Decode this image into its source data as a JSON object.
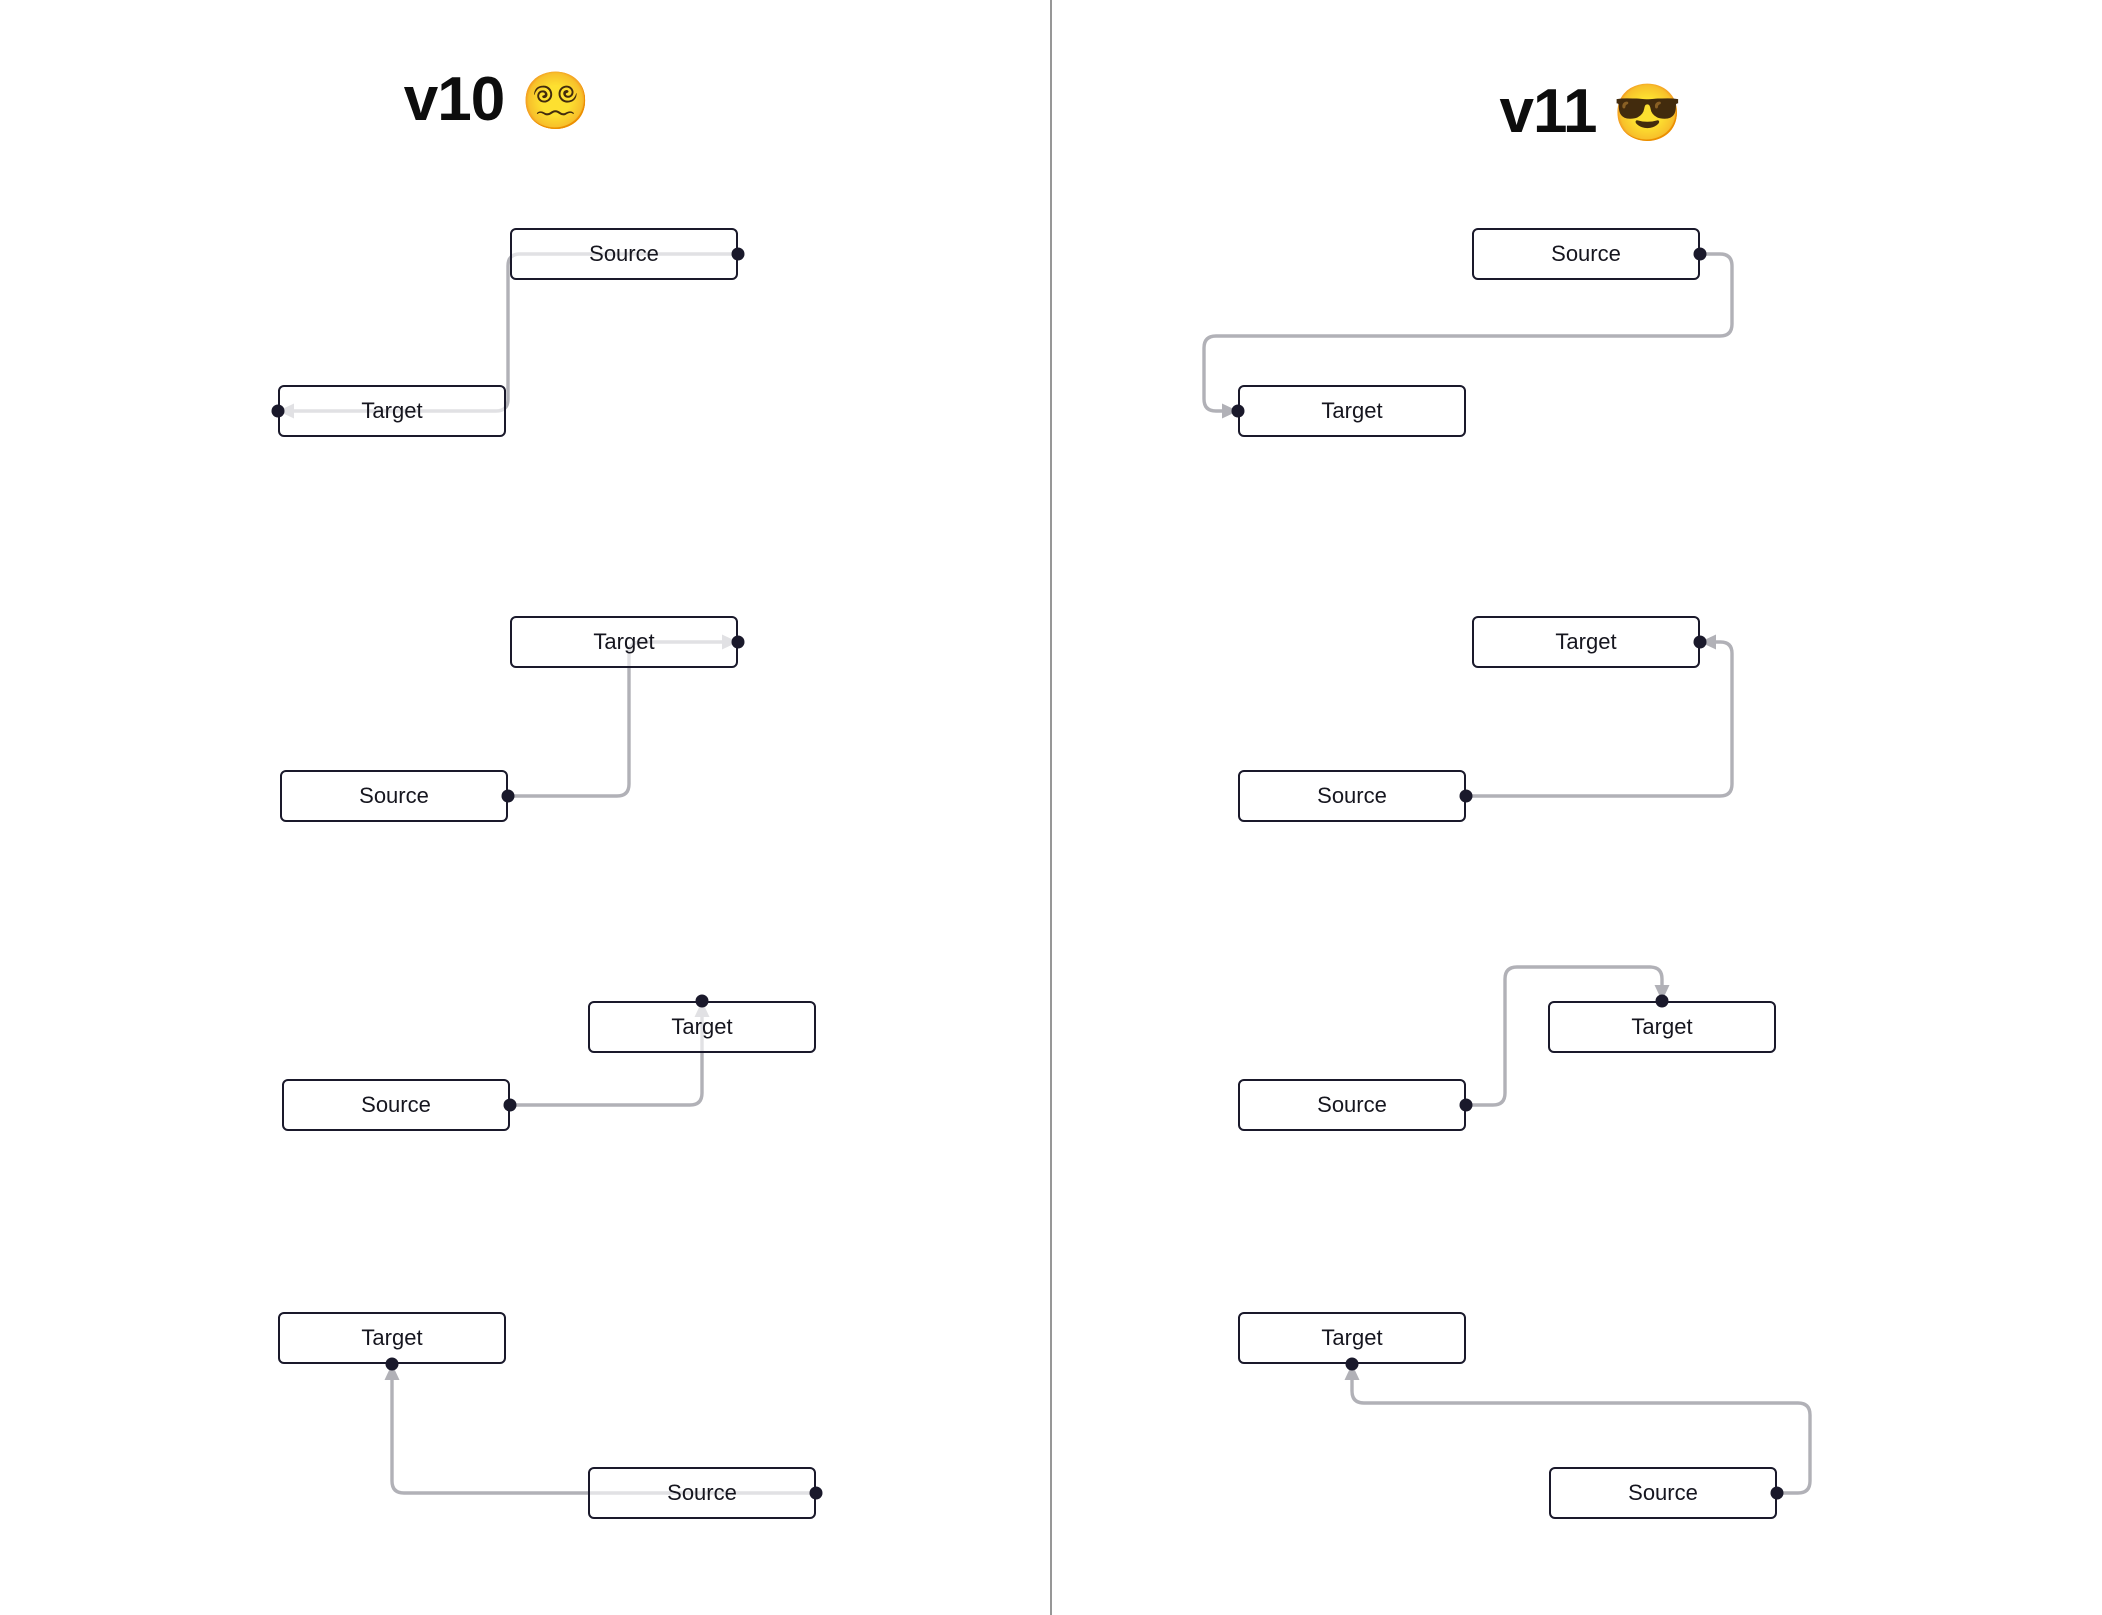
{
  "columns": [
    {
      "title": "v10",
      "emoji": "😵‍💫",
      "examples": [
        {
          "nodes": [
            {
              "role": "source",
              "label": "Source"
            },
            {
              "role": "target",
              "label": "Target"
            }
          ]
        },
        {
          "nodes": [
            {
              "role": "target",
              "label": "Target"
            },
            {
              "role": "source",
              "label": "Source"
            }
          ]
        },
        {
          "nodes": [
            {
              "role": "target",
              "label": "Target"
            },
            {
              "role": "source",
              "label": "Source"
            }
          ]
        },
        {
          "nodes": [
            {
              "role": "target",
              "label": "Target"
            },
            {
              "role": "source",
              "label": "Source"
            }
          ]
        }
      ]
    },
    {
      "title": "v11",
      "emoji": "😎",
      "examples": [
        {
          "nodes": [
            {
              "role": "source",
              "label": "Source"
            },
            {
              "role": "target",
              "label": "Target"
            }
          ]
        },
        {
          "nodes": [
            {
              "role": "target",
              "label": "Target"
            },
            {
              "role": "source",
              "label": "Source"
            }
          ]
        },
        {
          "nodes": [
            {
              "role": "target",
              "label": "Target"
            },
            {
              "role": "source",
              "label": "Source"
            }
          ]
        },
        {
          "nodes": [
            {
              "role": "target",
              "label": "Target"
            },
            {
              "role": "source",
              "label": "Source"
            }
          ]
        }
      ]
    }
  ],
  "colors": {
    "edge": "#b1b1b7",
    "node_border": "#1a192b",
    "handle": "#1a192b",
    "divider": "#979797",
    "title": "#0d0d0d"
  }
}
